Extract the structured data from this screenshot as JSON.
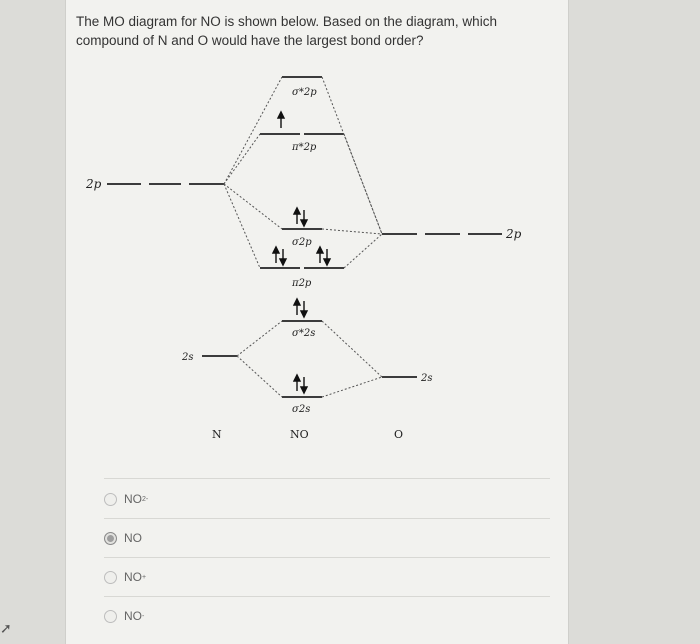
{
  "question": {
    "text": "The MO diagram for NO is shown below. Based on the diagram, which compound of N and O would have the largest bond order?"
  },
  "diagram": {
    "left_2p": "2p",
    "right_2p": "2p",
    "left_2s": "2s",
    "right_2s": "2s",
    "sigma_star_2p": "σ*2p",
    "pi_star_2p": "π*2p",
    "sigma_2p": "σ2p",
    "pi_2p": "π2p",
    "sigma_star_2s": "σ*2s",
    "sigma_2s": "σ2s",
    "col_N": "N",
    "col_NO": "NO",
    "col_O": "O"
  },
  "options": [
    {
      "label": "NO",
      "sup": "2-",
      "selected": false
    },
    {
      "label": "NO",
      "sup": "",
      "selected": true
    },
    {
      "label": "NO",
      "sup": "+",
      "selected": false
    },
    {
      "label": "NO",
      "sup": "-",
      "selected": false
    }
  ]
}
